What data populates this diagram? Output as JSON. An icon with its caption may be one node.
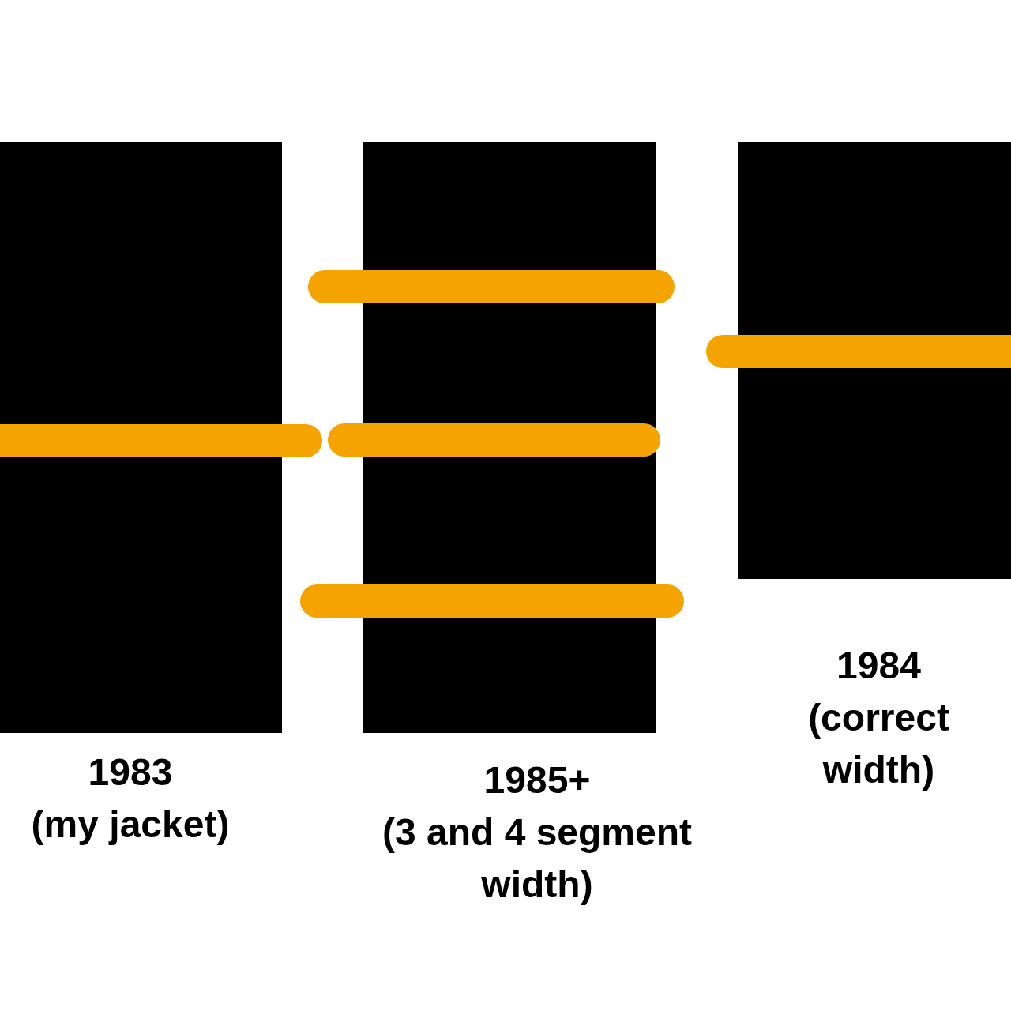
{
  "diagram": {
    "nodes": [
      {
        "text": [],
        "shape": "box",
        "beside": [
          "1983",
          "(my jacket)"
        ]
      },
      {
        "text": [],
        "shape": "box",
        "beside": [
          "1985+",
          "(3 and 4 segment width)"
        ]
      },
      {
        "text": [],
        "shape": "box",
        "beside": [
          "1984",
          "(correct width)"
        ]
      }
    ]
  }
}
